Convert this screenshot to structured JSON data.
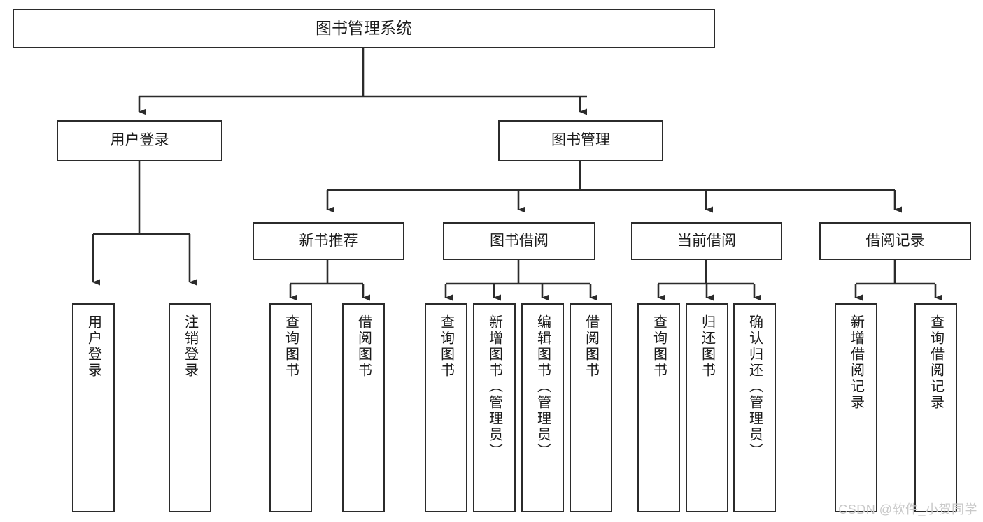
{
  "diagram": {
    "title": "图书管理系统",
    "type": "tree-hierarchy",
    "colors": {
      "stroke": "#2b2b2b",
      "fill": "#ffffff",
      "text": "#1a1a1a",
      "watermark": "#c9c9c9"
    },
    "levels": {
      "root": {
        "label": "图书管理系统"
      },
      "level2": [
        {
          "label": "用户登录"
        },
        {
          "label": "图书管理"
        }
      ],
      "level3": [
        {
          "label": "新书推荐"
        },
        {
          "label": "图书借阅"
        },
        {
          "label": "当前借阅"
        },
        {
          "label": "借阅记录"
        }
      ],
      "level4": {
        "user_login": [
          {
            "label": "用户登录"
          },
          {
            "label": "注销登录"
          }
        ],
        "new_book_recommend": [
          {
            "label": "查询图书"
          },
          {
            "label": "借阅图书"
          }
        ],
        "book_borrow": [
          {
            "label": "查询图书"
          },
          {
            "label": "新增图书（管理员）"
          },
          {
            "label": "编辑图书（管理员）"
          },
          {
            "label": "借阅图书"
          }
        ],
        "current_borrow": [
          {
            "label": "查询图书"
          },
          {
            "label": "归还图书"
          },
          {
            "label": "确认归还（管理员）"
          }
        ],
        "borrow_record": [
          {
            "label": "新增借阅记录"
          },
          {
            "label": "查询借阅记录"
          }
        ]
      }
    }
  },
  "watermark": {
    "text": "CSDN @软件_小贺同学"
  }
}
